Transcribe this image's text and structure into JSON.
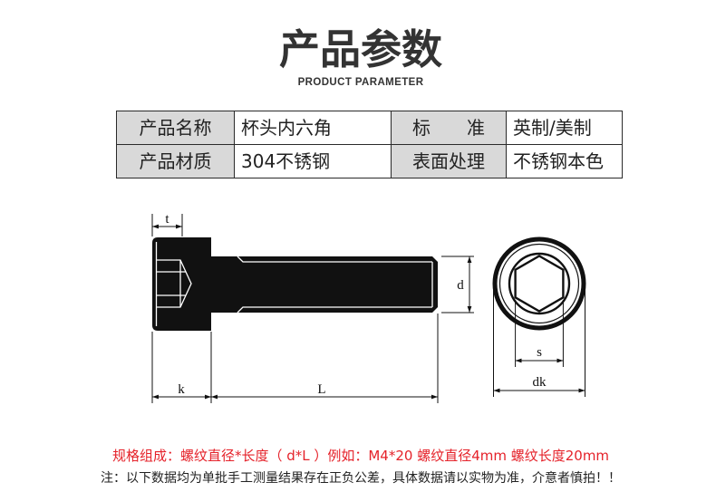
{
  "header": {
    "title": "产品参数",
    "subtitle": "PRODUCT PARAMETER"
  },
  "spec_table": {
    "rows": [
      {
        "label_a": "产品名称",
        "value_a": "杯头内六角",
        "label_b": "标　　准",
        "value_b": "英制/美制"
      },
      {
        "label_a": "产品材质",
        "value_a": "304不锈钢",
        "label_b": "表面处理",
        "value_b": "不锈钢本色"
      }
    ]
  },
  "drawing": {
    "labels": {
      "t": "t",
      "d": "d",
      "k": "k",
      "L": "L",
      "s": "s",
      "dk": "dk"
    }
  },
  "notes": {
    "spec_format": "规格组成：螺纹直径*长度（ d*L ）例如：M4*20 螺纹直径4mm 螺纹长度20mm",
    "disclaimer": "注：以下数据均为单批手工测量结果存在正负公差，具体数据请以实物为准，介意者慎拍！！"
  },
  "colors": {
    "text": "#333333",
    "label_cell_bg": "#d9d9d9",
    "note_red": "#e5222a",
    "ink": "#111111"
  }
}
